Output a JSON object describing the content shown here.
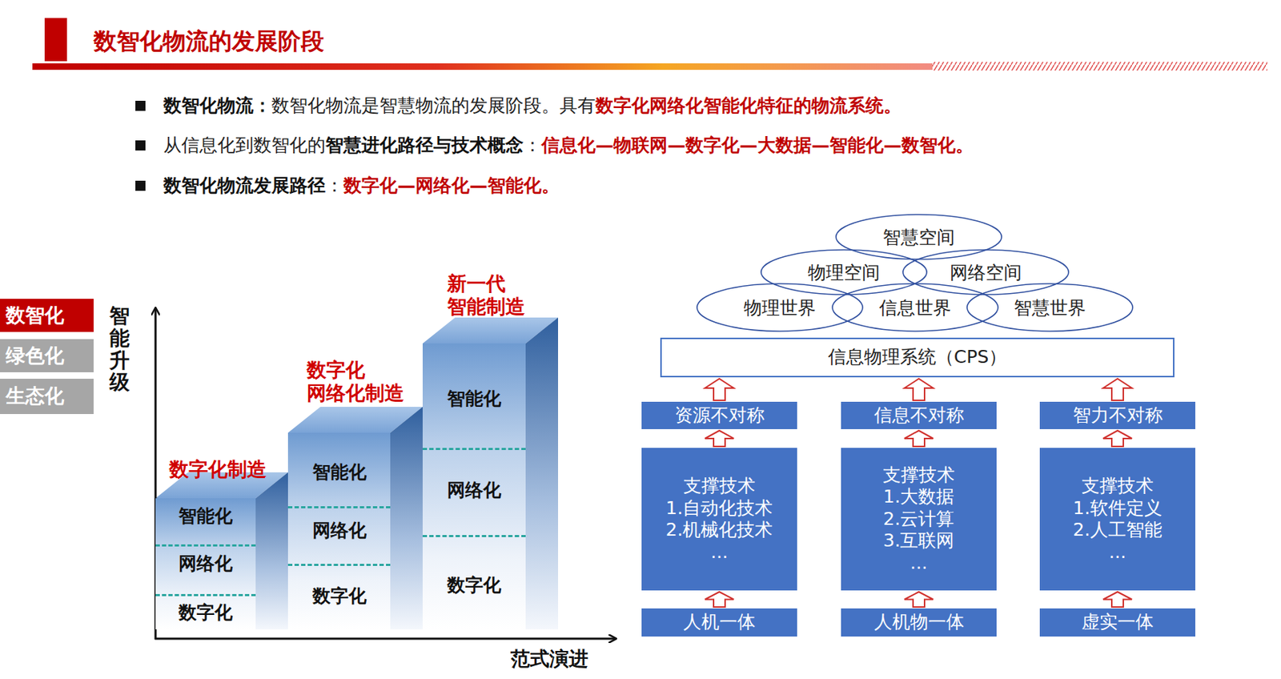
{
  "diagram": {
    "title": "数智化物流的发展阶段",
    "nodes": [
      {
        "text": [
          "数智化"
        ]
      },
      {
        "text": [
          "绿色化"
        ]
      },
      {
        "text": [
          "生态化"
        ]
      },
      {
        "text": [
          "数字化制造",
          "智能化",
          "网络化",
          "数字化"
        ]
      },
      {
        "text": [
          "数字化 网络化制造",
          "智能化",
          "网络化",
          "数字化"
        ]
      },
      {
        "text": [
          "新一代 智能制造",
          "智能化",
          "网络化",
          "数字化"
        ]
      },
      {
        "text": [
          "智慧空间"
        ]
      },
      {
        "text": [
          "物理空间"
        ]
      },
      {
        "text": [
          "网络空间"
        ]
      },
      {
        "text": [
          "物理世界"
        ]
      },
      {
        "text": [
          "信息世界"
        ]
      },
      {
        "text": [
          "智慧世界"
        ]
      },
      {
        "text": [
          "信息物理系统（CPS）"
        ]
      },
      {
        "text": [
          "资源不对称"
        ]
      },
      {
        "text": [
          "信息不对称"
        ]
      },
      {
        "text": [
          "智力不对称"
        ]
      },
      {
        "text": [
          "支撑技术",
          "1.自动化技术",
          "2.机械化技术",
          "..."
        ]
      },
      {
        "text": [
          "支撑技术",
          "1.大数据",
          "2.云计算",
          "3.互联网",
          "..."
        ]
      },
      {
        "text": [
          "支撑技术",
          "1.软件定义",
          "2.人工智能",
          "..."
        ]
      },
      {
        "text": [
          "人机一体"
        ]
      },
      {
        "text": [
          "人机物一体"
        ]
      },
      {
        "text": [
          "虚实一体"
        ]
      }
    ],
    "edges": [
      {
        "from": 19,
        "to": 16,
        "arrow": "to"
      },
      {
        "from": 16,
        "to": 13,
        "arrow": "to"
      },
      {
        "from": 13,
        "to": 12,
        "arrow": "to"
      },
      {
        "from": 20,
        "to": 17,
        "arrow": "to"
      },
      {
        "from": 17,
        "to": 14,
        "arrow": "to"
      },
      {
        "from": 14,
        "to": 12,
        "arrow": "to"
      },
      {
        "from": 21,
        "to": 18,
        "arrow": "to"
      },
      {
        "from": 18,
        "to": 15,
        "arrow": "to"
      },
      {
        "from": 15,
        "to": 12,
        "arrow": "to"
      }
    ],
    "labels": [
      "数智化物流：",
      "数智化物流是智慧物流的发展阶段。具有",
      "数字化网络化智能化特征的物流系统。",
      "从信息化到数智化的",
      "智慧进化路径与技术概念",
      "：",
      "信息化—物联网—数字化—大数据—智能化—数智化。",
      "数智化物流发展路径",
      "：",
      "数字化—网络化—智能化。",
      "智能升级",
      "范式演进"
    ]
  }
}
